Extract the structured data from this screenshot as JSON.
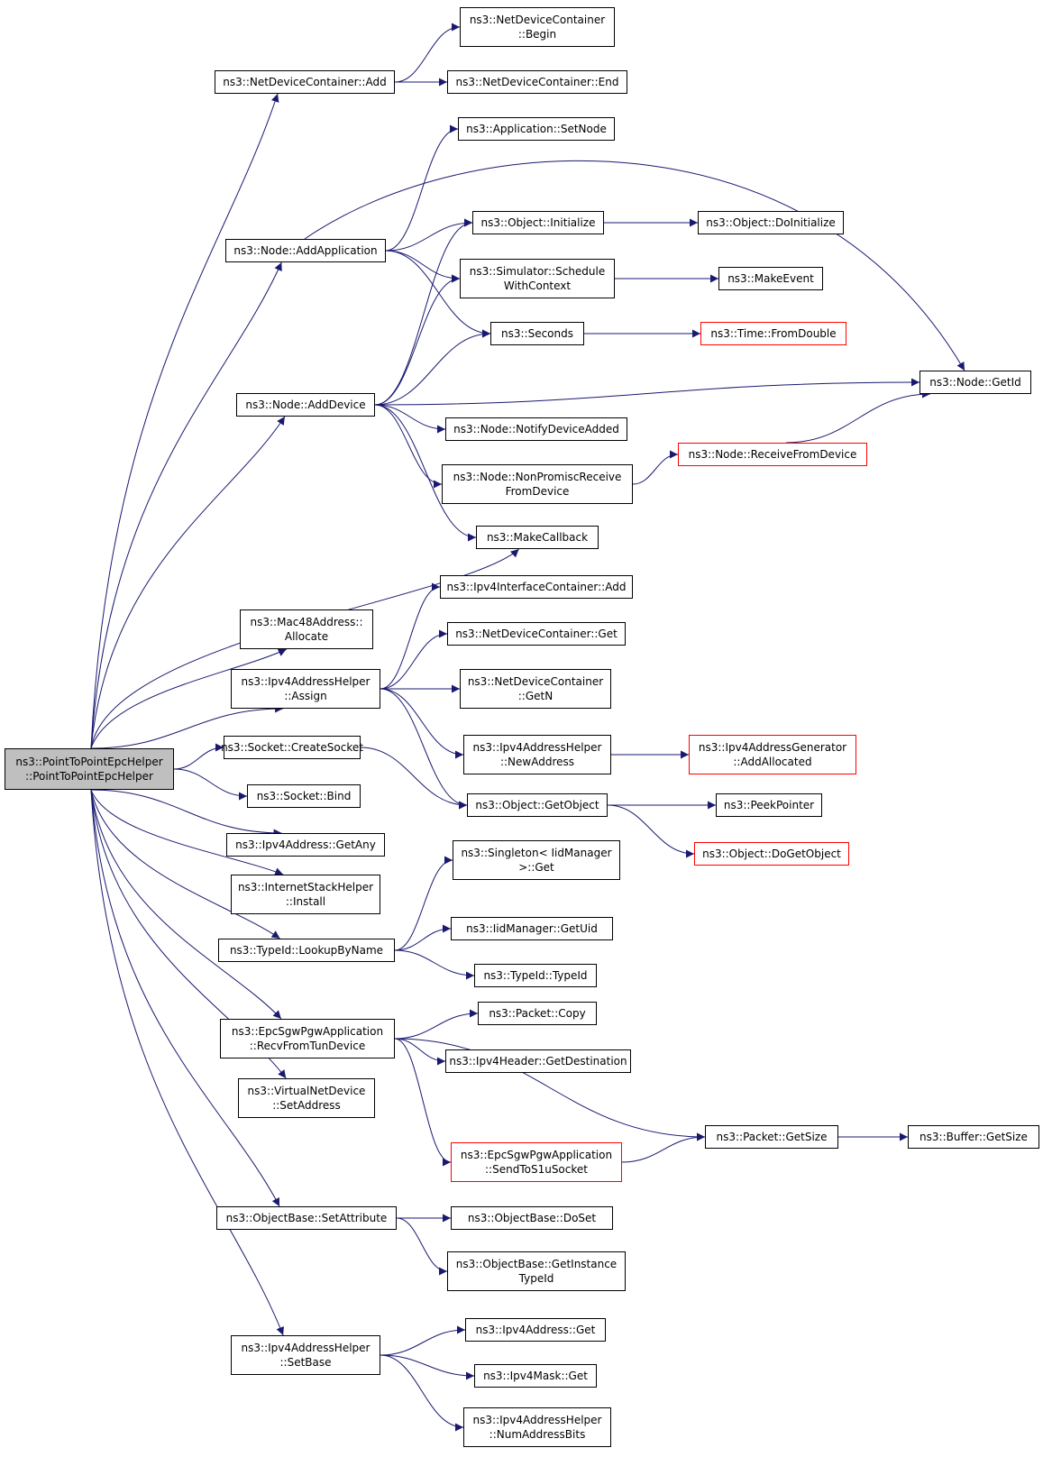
{
  "colors": {
    "edge": "#191970",
    "root_fill": "#bfbfbf",
    "red_border": "#ff0000",
    "border": "#000000"
  },
  "nodes": [
    {
      "id": "root",
      "lines": [
        "ns3::PointToPointEpcHelper",
        "::PointToPointEpcHelper"
      ],
      "style": "root"
    },
    {
      "id": "ndc_add",
      "lines": [
        "ns3::NetDeviceContainer::Add"
      ]
    },
    {
      "id": "ndc_begin",
      "lines": [
        "ns3::NetDeviceContainer",
        "::Begin"
      ]
    },
    {
      "id": "ndc_end",
      "lines": [
        "ns3::NetDeviceContainer::End"
      ]
    },
    {
      "id": "app_setnode",
      "lines": [
        "ns3::Application::SetNode"
      ]
    },
    {
      "id": "node_addapp",
      "lines": [
        "ns3::Node::AddApplication"
      ]
    },
    {
      "id": "obj_init",
      "lines": [
        "ns3::Object::Initialize"
      ]
    },
    {
      "id": "obj_doinit",
      "lines": [
        "ns3::Object::DoInitialize"
      ]
    },
    {
      "id": "sim_sched",
      "lines": [
        "ns3::Simulator::Schedule",
        "WithContext"
      ]
    },
    {
      "id": "makeevent",
      "lines": [
        "ns3::MakeEvent"
      ]
    },
    {
      "id": "seconds",
      "lines": [
        "ns3::Seconds"
      ]
    },
    {
      "id": "fromdouble",
      "lines": [
        "ns3::Time::FromDouble"
      ],
      "style": "red"
    },
    {
      "id": "getid",
      "lines": [
        "ns3::Node::GetId"
      ]
    },
    {
      "id": "node_adddev",
      "lines": [
        "ns3::Node::AddDevice"
      ]
    },
    {
      "id": "notifydev",
      "lines": [
        "ns3::Node::NotifyDeviceAdded"
      ]
    },
    {
      "id": "nonpromisc",
      "lines": [
        "ns3::Node::NonPromiscReceive",
        "FromDevice"
      ]
    },
    {
      "id": "recvfromdev",
      "lines": [
        "ns3::Node::ReceiveFromDevice"
      ],
      "style": "red"
    },
    {
      "id": "makecallback",
      "lines": [
        "ns3::MakeCallback"
      ]
    },
    {
      "id": "mac48",
      "lines": [
        "ns3::Mac48Address::",
        "Allocate"
      ]
    },
    {
      "id": "ipv4ic_add",
      "lines": [
        "ns3::Ipv4InterfaceContainer::Add"
      ]
    },
    {
      "id": "ndc_get",
      "lines": [
        "ns3::NetDeviceContainer::Get"
      ]
    },
    {
      "id": "ndc_getn",
      "lines": [
        "ns3::NetDeviceContainer",
        "::GetN"
      ]
    },
    {
      "id": "ipv4ah_assign",
      "lines": [
        "ns3::Ipv4AddressHelper",
        "::Assign"
      ]
    },
    {
      "id": "ipv4ah_newaddr",
      "lines": [
        "ns3::Ipv4AddressHelper",
        "::NewAddress"
      ]
    },
    {
      "id": "ipv4ag_alloc",
      "lines": [
        "ns3::Ipv4AddressGenerator",
        "::AddAllocated"
      ],
      "style": "red"
    },
    {
      "id": "sock_create",
      "lines": [
        "ns3::Socket::CreateSocket"
      ]
    },
    {
      "id": "obj_getobj",
      "lines": [
        "ns3::Object::GetObject"
      ]
    },
    {
      "id": "peekptr",
      "lines": [
        "ns3::PeekPointer"
      ]
    },
    {
      "id": "sock_bind",
      "lines": [
        "ns3::Socket::Bind"
      ]
    },
    {
      "id": "obj_dogetobj",
      "lines": [
        "ns3::Object::DoGetObject"
      ],
      "style": "red"
    },
    {
      "id": "ipv4addr_any",
      "lines": [
        "ns3::Ipv4Address::GetAny"
      ]
    },
    {
      "id": "singleton_get",
      "lines": [
        "ns3::Singleton< IidManager",
        ">::Get"
      ]
    },
    {
      "id": "ish_install",
      "lines": [
        "ns3::InternetStackHelper",
        "::Install"
      ]
    },
    {
      "id": "iid_getuid",
      "lines": [
        "ns3::IidManager::GetUid"
      ]
    },
    {
      "id": "typeid_lookup",
      "lines": [
        "ns3::TypeId::LookupByName"
      ]
    },
    {
      "id": "typeid_typeid",
      "lines": [
        "ns3::TypeId::TypeId"
      ]
    },
    {
      "id": "pkt_copy",
      "lines": [
        "ns3::Packet::Copy"
      ]
    },
    {
      "id": "epc_recv",
      "lines": [
        "ns3::EpcSgwPgwApplication",
        "::RecvFromTunDevice"
      ]
    },
    {
      "id": "ipv4hdr_dest",
      "lines": [
        "ns3::Ipv4Header::GetDestination"
      ]
    },
    {
      "id": "vnd_setaddr",
      "lines": [
        "ns3::VirtualNetDevice",
        "::SetAddress"
      ]
    },
    {
      "id": "pkt_getsize",
      "lines": [
        "ns3::Packet::GetSize"
      ]
    },
    {
      "id": "buf_getsize",
      "lines": [
        "ns3::Buffer::GetSize"
      ]
    },
    {
      "id": "epc_sends1u",
      "lines": [
        "ns3::EpcSgwPgwApplication",
        "::SendToS1uSocket"
      ],
      "style": "red"
    },
    {
      "id": "ob_setattr",
      "lines": [
        "ns3::ObjectBase::SetAttribute"
      ]
    },
    {
      "id": "ob_doset",
      "lines": [
        "ns3::ObjectBase::DoSet"
      ]
    },
    {
      "id": "ob_getinst",
      "lines": [
        "ns3::ObjectBase::GetInstance",
        "TypeId"
      ]
    },
    {
      "id": "ipv4addr_get",
      "lines": [
        "ns3::Ipv4Address::Get"
      ]
    },
    {
      "id": "ipv4ah_setbase",
      "lines": [
        "ns3::Ipv4AddressHelper",
        "::SetBase"
      ]
    },
    {
      "id": "ipv4mask_get",
      "lines": [
        "ns3::Ipv4Mask::Get"
      ]
    },
    {
      "id": "ipv4ah_numbits",
      "lines": [
        "ns3::Ipv4AddressHelper",
        "::NumAddressBits"
      ]
    }
  ],
  "edges": [
    [
      "root",
      "ndc_add"
    ],
    [
      "ndc_add",
      "ndc_begin"
    ],
    [
      "ndc_add",
      "ndc_end"
    ],
    [
      "root",
      "node_addapp"
    ],
    [
      "node_addapp",
      "app_setnode"
    ],
    [
      "node_addapp",
      "obj_init"
    ],
    [
      "obj_init",
      "obj_doinit"
    ],
    [
      "node_addapp",
      "sim_sched"
    ],
    [
      "sim_sched",
      "makeevent"
    ],
    [
      "node_addapp",
      "seconds"
    ],
    [
      "seconds",
      "fromdouble"
    ],
    [
      "node_addapp",
      "getid"
    ],
    [
      "root",
      "node_adddev"
    ],
    [
      "node_adddev",
      "obj_init"
    ],
    [
      "node_adddev",
      "sim_sched"
    ],
    [
      "node_adddev",
      "seconds"
    ],
    [
      "node_adddev",
      "getid"
    ],
    [
      "node_adddev",
      "notifydev"
    ],
    [
      "node_adddev",
      "nonpromisc"
    ],
    [
      "nonpromisc",
      "recvfromdev"
    ],
    [
      "recvfromdev",
      "getid"
    ],
    [
      "node_adddev",
      "makecallback"
    ],
    [
      "root",
      "makecallback"
    ],
    [
      "root",
      "mac48"
    ],
    [
      "root",
      "ipv4ah_assign"
    ],
    [
      "ipv4ah_assign",
      "ipv4ic_add"
    ],
    [
      "ipv4ah_assign",
      "ndc_get"
    ],
    [
      "ipv4ah_assign",
      "ndc_getn"
    ],
    [
      "ipv4ah_assign",
      "ipv4ah_newaddr"
    ],
    [
      "ipv4ah_newaddr",
      "ipv4ag_alloc"
    ],
    [
      "ipv4ah_assign",
      "obj_getobj"
    ],
    [
      "root",
      "sock_create"
    ],
    [
      "sock_create",
      "obj_getobj"
    ],
    [
      "obj_getobj",
      "peekptr"
    ],
    [
      "obj_getobj",
      "obj_dogetobj"
    ],
    [
      "root",
      "sock_bind"
    ],
    [
      "root",
      "ipv4addr_any"
    ],
    [
      "root",
      "ish_install"
    ],
    [
      "root",
      "typeid_lookup"
    ],
    [
      "typeid_lookup",
      "singleton_get"
    ],
    [
      "typeid_lookup",
      "iid_getuid"
    ],
    [
      "typeid_lookup",
      "typeid_typeid"
    ],
    [
      "root",
      "epc_recv"
    ],
    [
      "epc_recv",
      "pkt_copy"
    ],
    [
      "epc_recv",
      "ipv4hdr_dest"
    ],
    [
      "epc_recv",
      "pkt_getsize"
    ],
    [
      "epc_recv",
      "epc_sends1u"
    ],
    [
      "epc_sends1u",
      "pkt_getsize"
    ],
    [
      "pkt_getsize",
      "buf_getsize"
    ],
    [
      "root",
      "vnd_setaddr"
    ],
    [
      "root",
      "ob_setattr"
    ],
    [
      "ob_setattr",
      "ob_doset"
    ],
    [
      "ob_setattr",
      "ob_getinst"
    ],
    [
      "root",
      "ipv4ah_setbase"
    ],
    [
      "ipv4ah_setbase",
      "ipv4addr_get"
    ],
    [
      "ipv4ah_setbase",
      "ipv4mask_get"
    ],
    [
      "ipv4ah_setbase",
      "ipv4ah_numbits"
    ]
  ]
}
